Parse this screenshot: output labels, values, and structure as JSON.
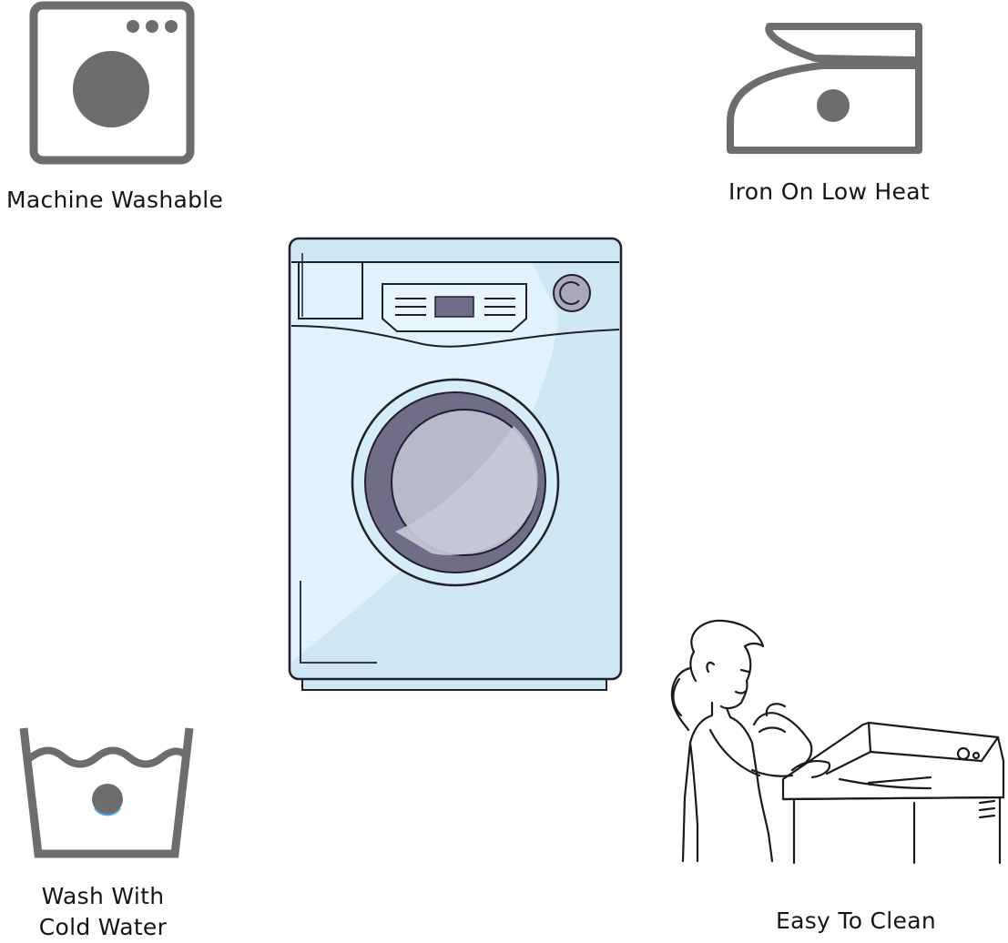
{
  "features": [
    {
      "id": "machine-washable",
      "icon": "machine-wash-icon",
      "label": "Machine Washable"
    },
    {
      "id": "iron-low-heat",
      "icon": "iron-low-heat-icon",
      "label": "Iron On Low Heat"
    },
    {
      "id": "cold-wash",
      "icon": "cold-wash-tub-icon",
      "label_line1": "Wash With",
      "label_line2": "Cold Water"
    },
    {
      "id": "easy-clean",
      "icon": "woman-hand-washing-illustration",
      "label": "Easy To Clean"
    }
  ],
  "center_illustration": "washing-machine-illustration",
  "colors": {
    "icon_gray": "#6d6d6d",
    "machine_body": "#cfe6f3",
    "machine_panel": "#e8f5fc",
    "door_dark": "#6f6e86",
    "door_glass": "#b9bac9",
    "outline": "#1f1f2e"
  }
}
